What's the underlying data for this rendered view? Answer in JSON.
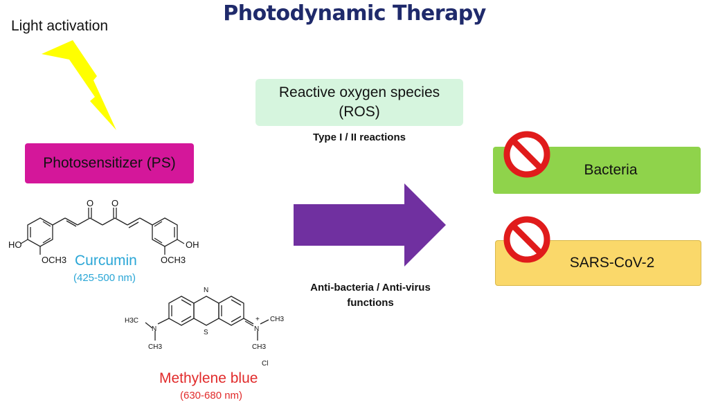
{
  "title": "Photodynamic Therapy",
  "light_activation": "Light activation",
  "photosensitizer": "Photosensitizer (PS)",
  "ros": {
    "line1": "Reactive oxygen species",
    "line2": "(ROS)",
    "reactions": "Type I / II reactions"
  },
  "functions": {
    "line1": "Anti-bacteria / Anti-virus",
    "line2": "functions"
  },
  "targets": {
    "bacteria": "Bacteria",
    "sars": "SARS-CoV-2"
  },
  "curcumin": {
    "name": "Curcumin",
    "range": "(425-500 nm)",
    "labels": {
      "ho": "HO",
      "oh": "OH",
      "och3_left": "OCH3",
      "och3_right": "OCH3",
      "o1": "O",
      "o2": "O"
    }
  },
  "methylene_blue": {
    "name": "Methylene blue",
    "range": "(630-680 nm)",
    "labels": {
      "n_top": "N",
      "s": "S",
      "h3c": "H3C",
      "ch3_a": "CH3",
      "ch3_b": "CH3",
      "ch3_c": "CH3",
      "n_left": "N",
      "n_right": "N",
      "plus": "+",
      "cl": "Cl"
    }
  },
  "colors": {
    "title": "#1f2a6b",
    "photosensitizer": "#d4179a",
    "ros": "#d6f5de",
    "arrow": "#7030a0",
    "bacteria": "#8fd34b",
    "sars": "#fad86a",
    "prohibit": "#e01b1b",
    "lightning": "#ffff00",
    "curcumin": "#2aa6d6",
    "methylene_blue": "#e12b2b"
  },
  "icons": {
    "lightning": "lightning-bolt-icon",
    "arrow": "right-arrow-icon",
    "prohibit": "prohibition-icon"
  }
}
